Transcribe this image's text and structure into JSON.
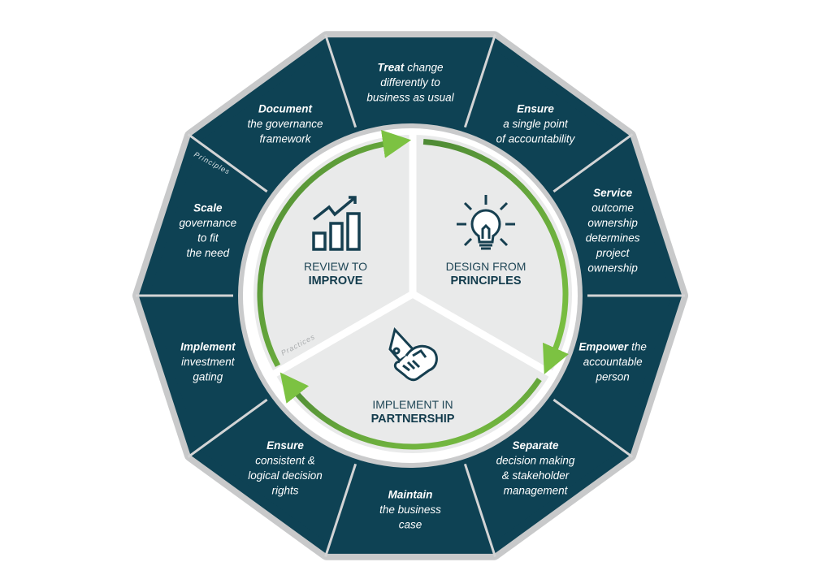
{
  "colors": {
    "tile": "#0e4254",
    "border": "#c8c9ca",
    "inner": "#e9eaea",
    "green_light": "#7cc242",
    "green_dark": "#4e8a35",
    "text_dark": "#1f4656"
  },
  "ring_label": "Principles",
  "inner_label": "Practices",
  "segments": [
    {
      "title": "Treat",
      "suffix": "change",
      "lines": [
        "differently to",
        "business as usual"
      ]
    },
    {
      "title": "Ensure",
      "suffix": "",
      "lines": [
        "a single point",
        "of accountability"
      ]
    },
    {
      "title": "Service",
      "suffix": "",
      "lines": [
        "outcome",
        "ownership",
        "determines",
        "project",
        "ownership"
      ]
    },
    {
      "title": "Empower",
      "suffix": "the",
      "lines": [
        "accountable",
        "person"
      ]
    },
    {
      "title": "Separate",
      "suffix": "",
      "lines": [
        "decision making",
        "& stakeholder",
        "management"
      ]
    },
    {
      "title": "Maintain",
      "suffix": "",
      "lines": [
        "the business",
        "case"
      ]
    },
    {
      "title": "Ensure",
      "suffix": "",
      "lines": [
        "consistent &",
        "logical decision",
        "rights"
      ]
    },
    {
      "title": "Implement",
      "suffix": "",
      "lines": [
        "investment",
        "gating"
      ]
    },
    {
      "title": "Scale",
      "suffix": "",
      "lines": [
        "governance",
        "to fit",
        "the need"
      ]
    },
    {
      "title": "Document",
      "suffix": "",
      "lines": [
        "the governance",
        "framework"
      ]
    }
  ],
  "practices": [
    {
      "line1": "REVIEW TO",
      "line2": "IMPROVE",
      "icon": "bar-chart-growth-icon"
    },
    {
      "line1": "DESIGN FROM",
      "line2": "PRINCIPLES",
      "icon": "lightbulb-icon"
    },
    {
      "line1": "IMPLEMENT IN",
      "line2": "PARTNERSHIP",
      "icon": "handshake-icon"
    }
  ]
}
